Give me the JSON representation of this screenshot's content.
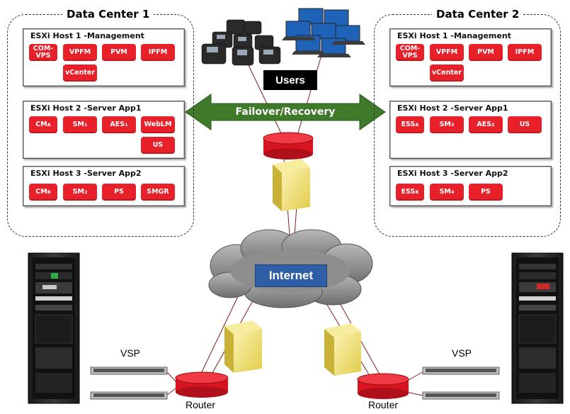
{
  "data_centers": [
    {
      "title": "Data Center 1",
      "hosts": [
        {
          "title": "ESXi Host 1 -Management",
          "modules": [
            [
              "COM-VPS",
              ""
            ],
            [
              "VPFM",
              ""
            ],
            [
              "PVM",
              ""
            ],
            [
              "IPFM",
              ""
            ],
            [
              "vCenter",
              ""
            ]
          ]
        },
        {
          "title": "ESXi Host 2 -Server App1",
          "modules": [
            [
              "CM",
              "A"
            ],
            [
              "SM",
              "1"
            ],
            [
              "AES",
              "1"
            ],
            [
              "WebLM",
              ""
            ],
            [
              "US",
              ""
            ]
          ]
        },
        {
          "title": "ESXi Host 3 -Server App2",
          "modules": [
            [
              "CM",
              "B"
            ],
            [
              "SM",
              "2"
            ],
            [
              "PS",
              ""
            ],
            [
              "SMGR",
              ""
            ]
          ]
        }
      ]
    },
    {
      "title": "Data Center 2",
      "hosts": [
        {
          "title": "ESXi Host 1 -Management",
          "modules": [
            [
              "COM-VPS",
              ""
            ],
            [
              "VPFM",
              ""
            ],
            [
              "PVM",
              ""
            ],
            [
              "IPFM",
              ""
            ],
            [
              "vCenter",
              ""
            ]
          ]
        },
        {
          "title": "ESXi Host 2 -Server App1",
          "modules": [
            [
              "ESS",
              "A"
            ],
            [
              "SM",
              "3"
            ],
            [
              "AES",
              "2"
            ],
            [
              "US",
              ""
            ]
          ]
        },
        {
          "title": "ESXi Host 3 -Server App2",
          "modules": [
            [
              "ESS",
              "B"
            ],
            [
              "SM",
              "4"
            ],
            [
              "PS",
              ""
            ]
          ]
        }
      ]
    }
  ],
  "labels": {
    "users": "Users",
    "failover": "Failover/Recovery",
    "internet": "Internet",
    "vsp_left": "VSP",
    "vsp_right": "VSP",
    "router_left": "Router",
    "router_right": "Router"
  },
  "colors": {
    "module_red": "#e8202a",
    "arrow_green": "#3f7a2b",
    "internet_blue": "#2e5ea6",
    "users_black": "#000000",
    "firewall_yellow": "#f0e27a"
  },
  "icons": [
    "ip-phone-icon",
    "laptop-icon",
    "router-icon",
    "firewall-icon",
    "cloud-icon",
    "server-rack-icon",
    "network-switch-icon"
  ]
}
